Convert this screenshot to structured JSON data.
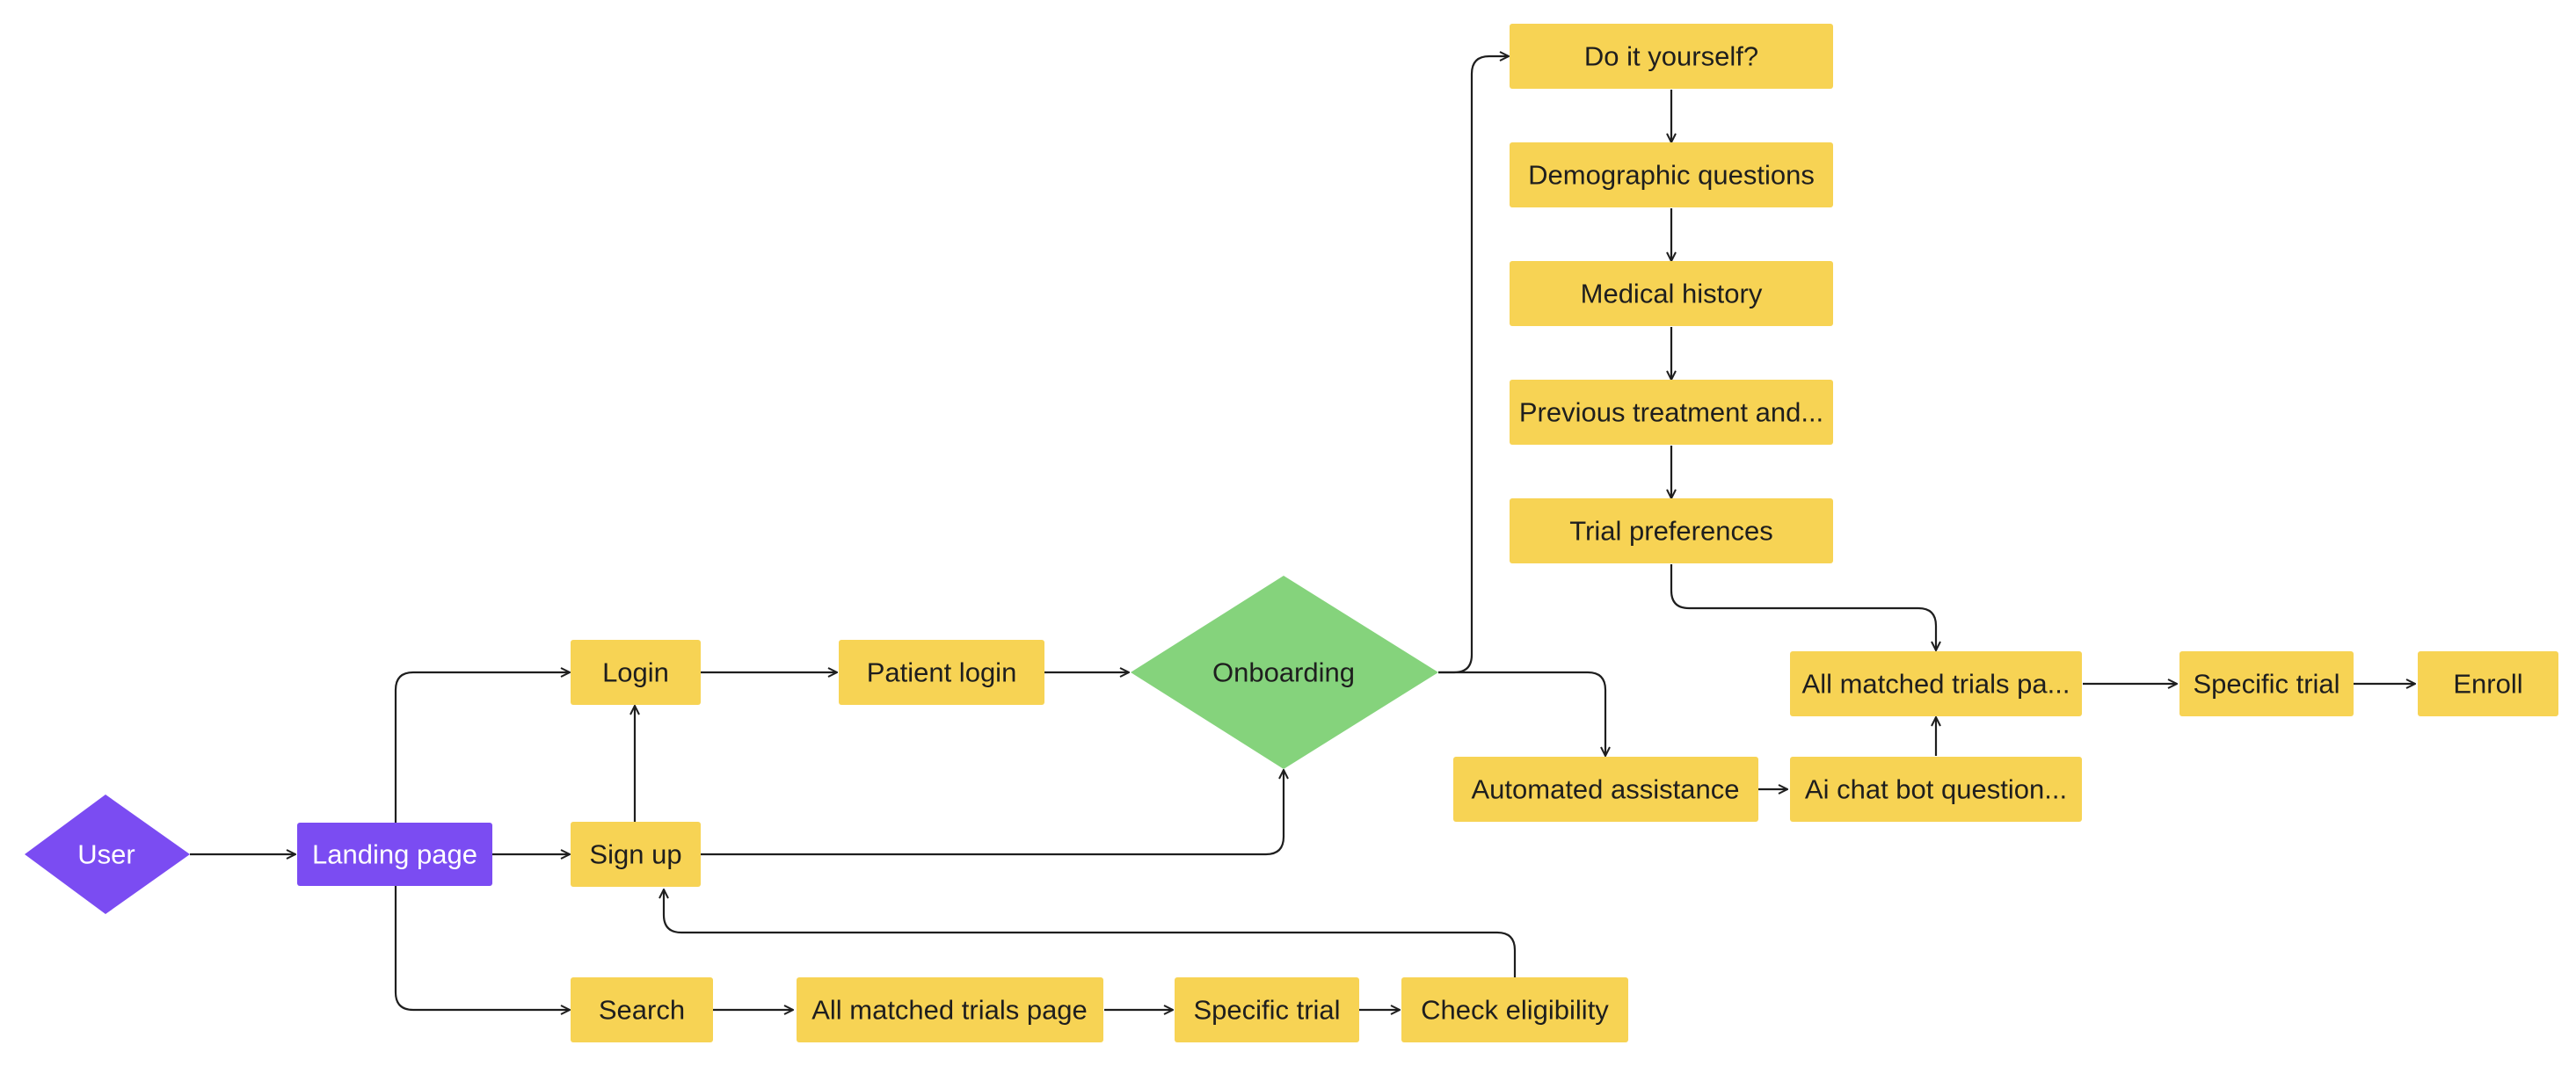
{
  "colors": {
    "yellow": "#F7D354",
    "purple": "#7B4CF2",
    "green": "#85D37C",
    "text_dark": "#1E1E1E",
    "text_light": "#FFFFFF",
    "line": "#1E1E1E"
  },
  "nodes": {
    "user": "User",
    "landing_page": "Landing page",
    "login": "Login",
    "sign_up": "Sign up",
    "search": "Search",
    "patient_login": "Patient login",
    "onboarding": "Onboarding",
    "do_it_yourself": "Do it yourself?",
    "demographic_questions": "Demographic questions",
    "medical_history": "Medical history",
    "previous_treatment": "Previous treatment and...",
    "trial_preferences": "Trial preferences",
    "all_matched_trials_right": "All matched trials pa...",
    "specific_trial_right": "Specific trial",
    "enroll": "Enroll",
    "automated_assistance": "Automated assistance",
    "ai_chat_bot": "Ai chat bot question...",
    "all_matched_trials_page": "All matched trials page",
    "specific_trial_bottom": "Specific trial",
    "check_eligibility": "Check eligibility"
  }
}
